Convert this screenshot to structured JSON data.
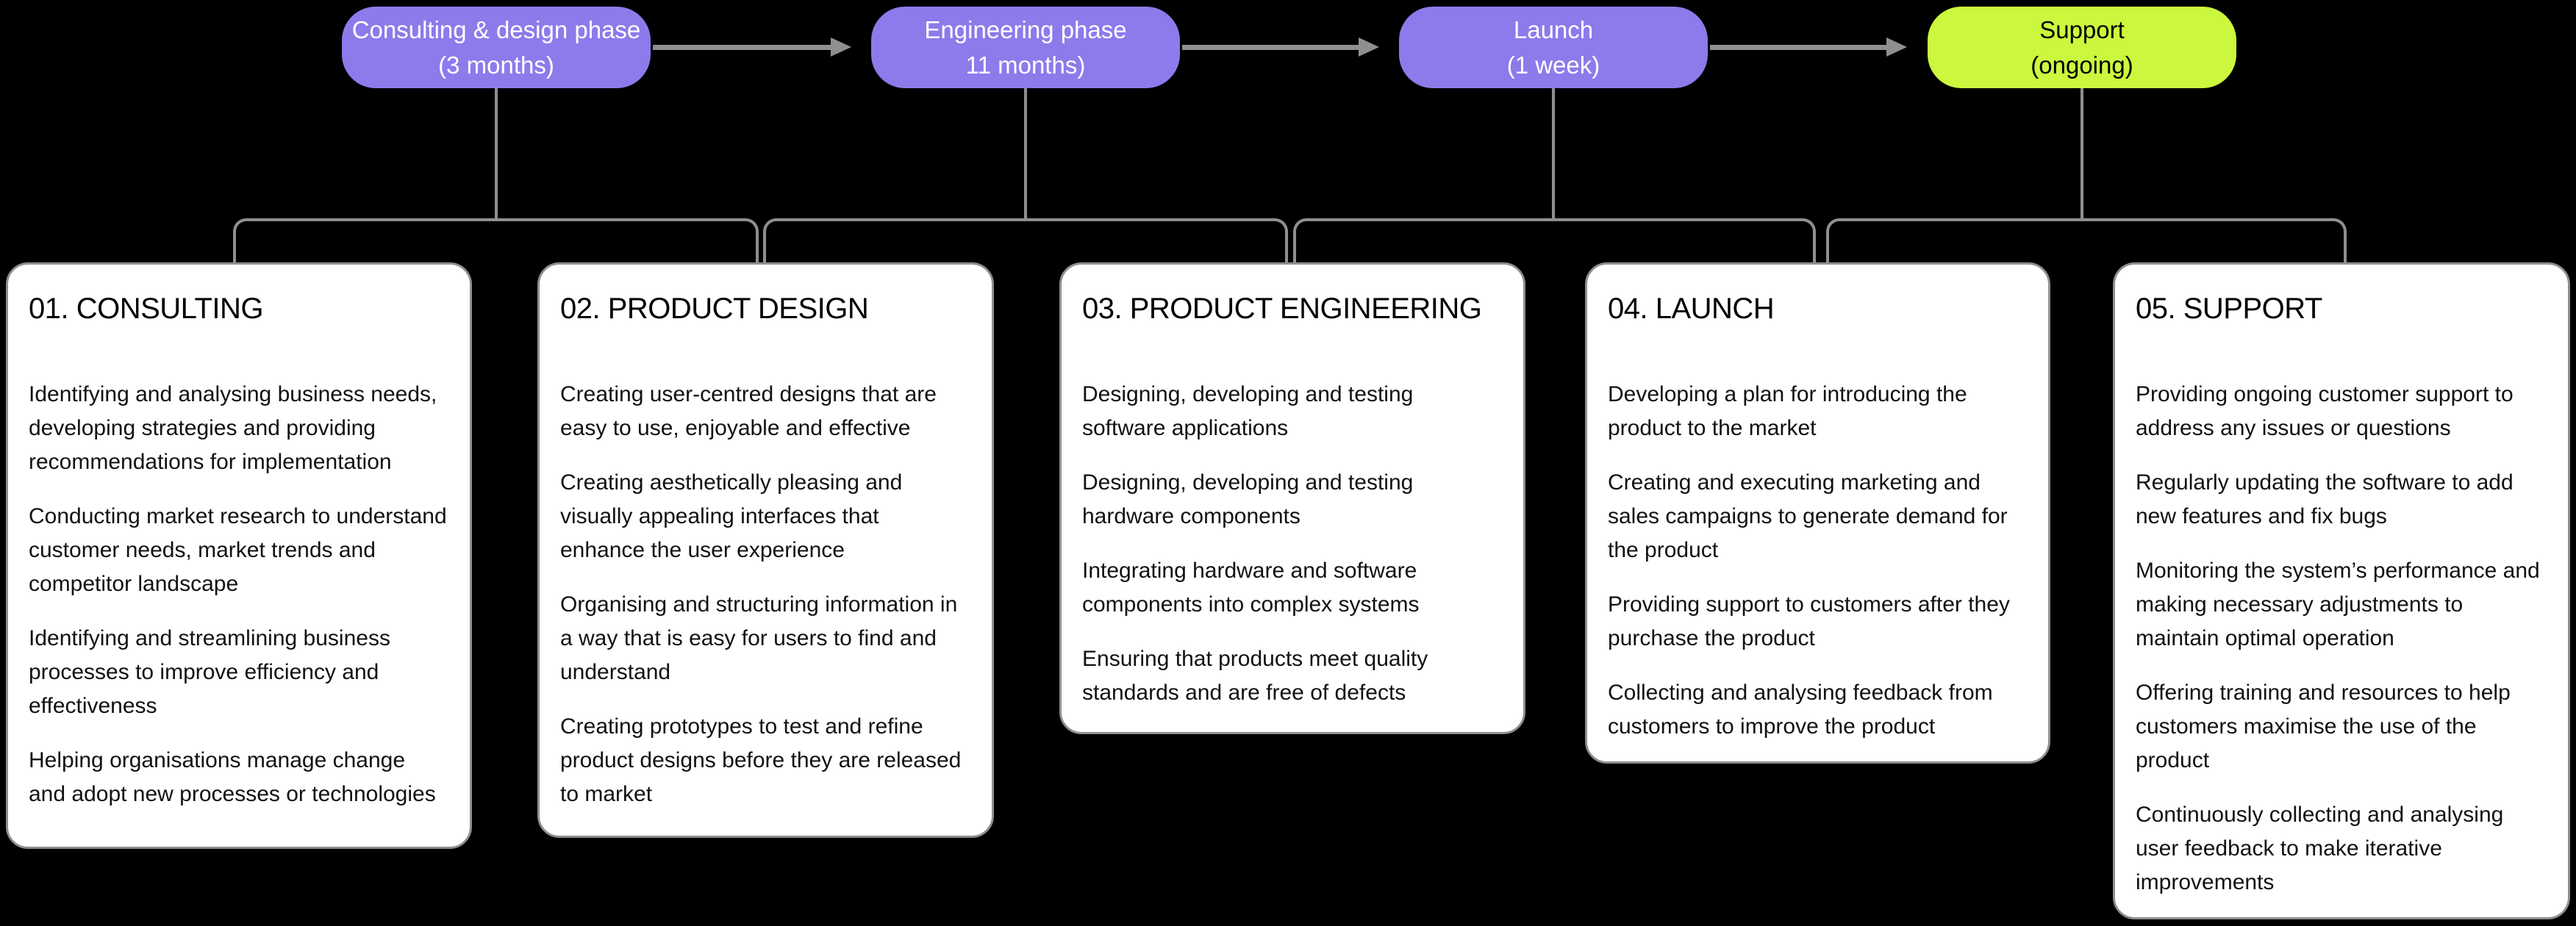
{
  "colors": {
    "background": "#000000",
    "phase_purple": "#8C7BEB",
    "phase_green": "#CBF83E",
    "connector_gray": "#8F8F8F",
    "card_background": "#FFFFFF",
    "card_border": "#8F8F8F",
    "card_text": "#111111"
  },
  "phases": [
    {
      "label_line1": "Consulting & design phase",
      "label_line2": "(3 months)"
    },
    {
      "label_line1": "Engineering phase",
      "label_line2": "11 months)"
    },
    {
      "label_line1": "Launch",
      "label_line2": "(1 week)"
    },
    {
      "label_line1": "Support",
      "label_line2": "(ongoing)"
    }
  ],
  "cards": [
    {
      "title": "01. CONSULTING",
      "paragraphs": [
        "Identifying and analysing business needs, developing strategies and providing recommendations for implementation",
        "Conducting market research to understand customer needs, market trends and competitor landscape",
        "Identifying and streamlining business processes to improve efficiency and effectiveness",
        "Helping organisations manage change and adopt new processes or technologies"
      ]
    },
    {
      "title": "02. PRODUCT DESIGN",
      "paragraphs": [
        "Creating user-centred designs that are easy to use, enjoyable and effective",
        "Creating aesthetically pleasing and visually appealing interfaces that enhance the user experience",
        "Organising and structuring information in a way that is easy for users to find and understand",
        "Creating prototypes to test and refine product designs before they are released to market"
      ]
    },
    {
      "title": "03. PRODUCT ENGINEERING",
      "paragraphs": [
        "Designing, developing and testing software applications",
        "Designing, developing and testing hardware components",
        "Integrating hardware and software components into complex systems",
        "Ensuring that products meet quality standards and are free of defects"
      ]
    },
    {
      "title": "04. LAUNCH",
      "paragraphs": [
        "Developing a plan for introducing the product to the market",
        "Creating and executing marketing and sales campaigns to generate demand for the product",
        "Providing support to customers after they purchase the product",
        "Collecting and analysing feedback from customers to improve the product"
      ]
    },
    {
      "title": "05. SUPPORT",
      "paragraphs": [
        "Providing ongoing customer support to address any issues or questions",
        "Regularly updating the software to add new features and fix bugs",
        "Monitoring the system’s performance and making necessary adjustments to maintain optimal operation",
        "Offering training and resources to help customers maximise the use of the product",
        "Continuously collecting and analysing user feedback to make iterative improvements"
      ]
    }
  ]
}
